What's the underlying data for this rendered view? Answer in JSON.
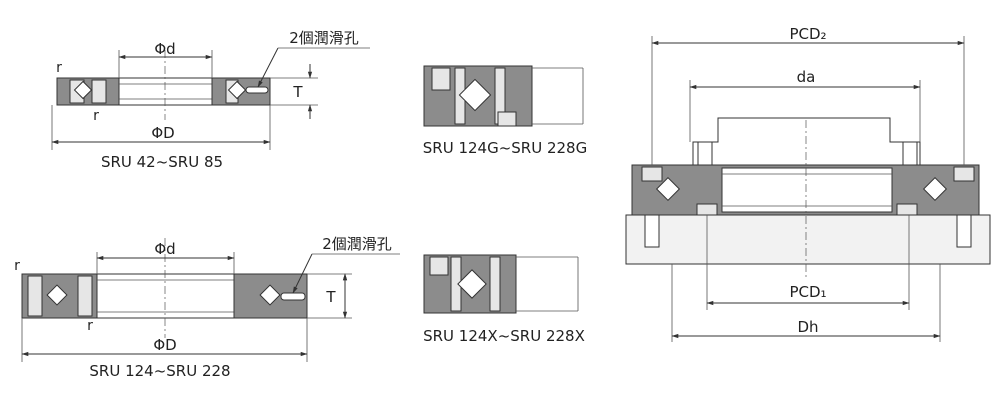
{
  "diagrams": {
    "d1": {
      "caption": "SRU 42~SRU 85",
      "inner_dia": "Φd",
      "outer_dia": "ΦD",
      "hole_label": "2個潤滑孔",
      "height": "T",
      "radius_1": "r",
      "radius_2": "r"
    },
    "d2": {
      "caption": "SRU 124G~SRU 228G"
    },
    "d3": {
      "caption": "SRU 124~SRU 228",
      "inner_dia": "Φd",
      "outer_dia": "ΦD",
      "hole_label": "2個潤滑孔",
      "height": "T",
      "radius_1": "r",
      "radius_2": "r"
    },
    "d4": {
      "caption": "SRU 124X~SRU 228X"
    },
    "d5": {
      "pcd2": "PCD₂",
      "da": "da",
      "pcd1": "PCD₁",
      "dh": "Dh"
    }
  }
}
